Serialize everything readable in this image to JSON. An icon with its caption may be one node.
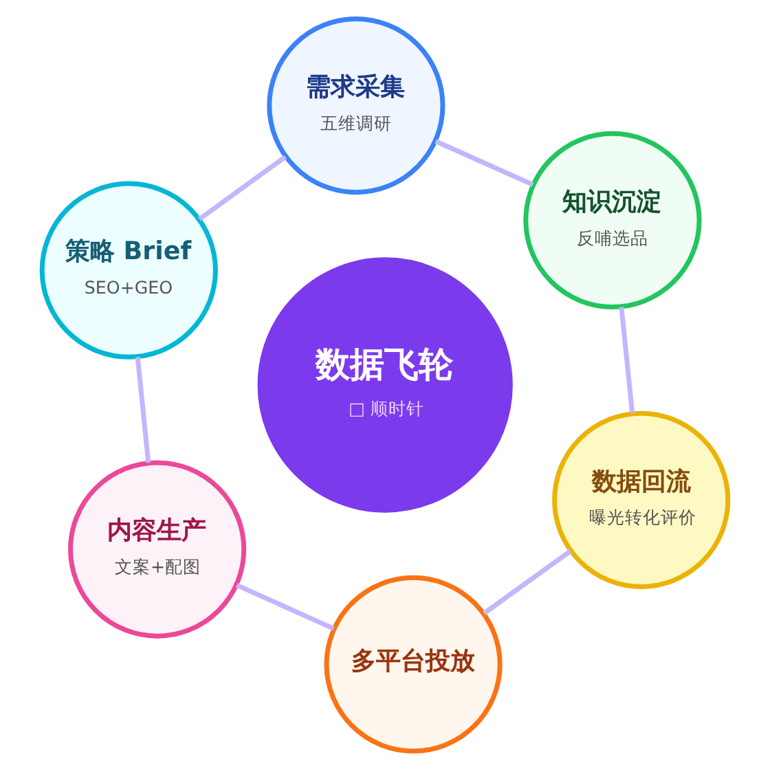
{
  "diagram": {
    "nodes": [
      {
        "text": [
          "需求采集",
          "五维调研"
        ]
      },
      {
        "text": [
          "知识沉淀",
          "反哺选品"
        ]
      },
      {
        "text": [
          "策略 Brief",
          "SEO+GEO"
        ]
      },
      {
        "text": [
          "数据飞轮",
          "□ 顺时针"
        ]
      },
      {
        "text": [
          "数据回流",
          "曝光转化评价"
        ]
      },
      {
        "text": [
          "内容生产",
          "文案+配图"
        ]
      },
      {
        "text": [
          "多平台投放"
        ]
      }
    ],
    "edges": [
      {
        "from": 0,
        "to": 2,
        "arrow": "none"
      },
      {
        "from": 2,
        "to": 5,
        "arrow": "none"
      },
      {
        "from": 5,
        "to": 6,
        "arrow": "none"
      },
      {
        "from": 6,
        "to": 4,
        "arrow": "none"
      },
      {
        "from": 4,
        "to": 1,
        "arrow": "none"
      },
      {
        "from": 1,
        "to": 0,
        "arrow": "none"
      }
    ]
  }
}
